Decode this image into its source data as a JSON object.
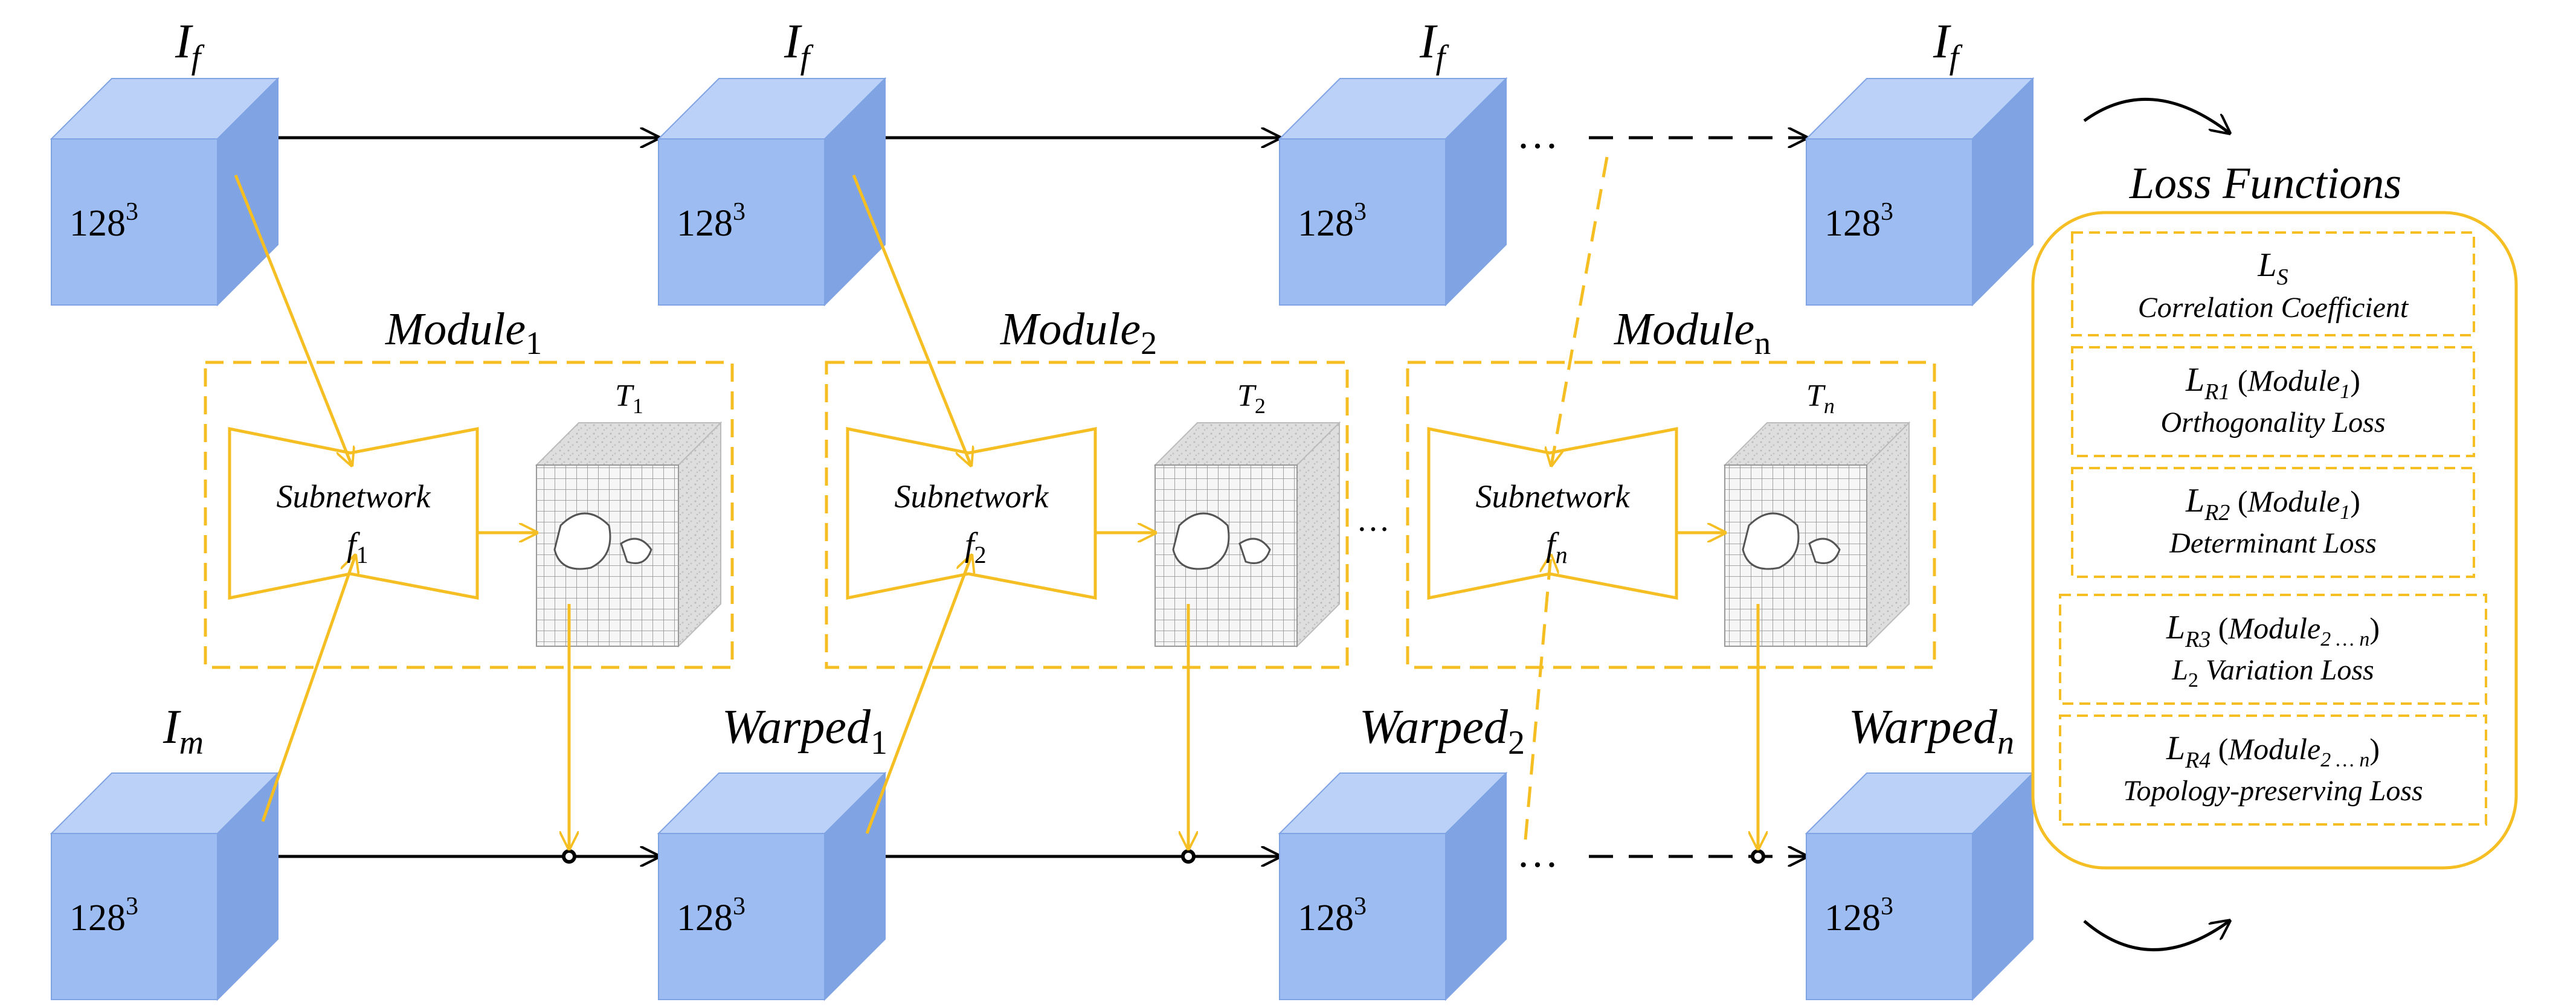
{
  "cube_text": "128",
  "cube_exp": "3",
  "labels": {
    "fixed_base": "I",
    "fixed_sub": "f",
    "moving_base": "I",
    "moving_sub": "m",
    "warped_base": "Warped",
    "warped_1_sub": "1",
    "warped_2_sub": "2",
    "warped_n_sub": "n",
    "module_base": "Module",
    "module_1_sub": "1",
    "module_2_sub": "2",
    "module_n_sub": "n",
    "subnetwork": "Subnetwork",
    "f_base": "f",
    "f1_sub": "1",
    "f2_sub": "2",
    "fn_sub": "n",
    "t_base": "T",
    "t1_sub": "1",
    "t2_sub": "2",
    "tn_sub": "n",
    "ellipsis": "…",
    "hdots": "···"
  },
  "loss_panel": {
    "title": "Loss Functions",
    "items": [
      {
        "l": "L",
        "sub": "S",
        "mod": "",
        "mod_sub": "",
        "desc": "Correlation Coefficient"
      },
      {
        "l": "L",
        "sub": "R1",
        "mod": "Module",
        "mod_sub": "1",
        "desc": "Orthogonality Loss"
      },
      {
        "l": "L",
        "sub": "R2",
        "mod": "Module",
        "mod_sub": "1",
        "desc": "Determinant Loss"
      },
      {
        "l": "L",
        "sub": "R3",
        "mod": "Module",
        "mod_sub": "2 … n",
        "desc_base": "L",
        "desc_sub": "2",
        "desc": " Variation Loss"
      },
      {
        "l": "L",
        "sub": "R4",
        "mod": "Module",
        "mod_sub": "2 … n",
        "desc": "Topology-preserving Loss"
      }
    ]
  },
  "colors": {
    "cube_front": "#9dbcf2",
    "cube_top": "#bcd1f7",
    "cube_side": "#7fa3e3",
    "yellow": "#f5be23",
    "black": "#000000"
  }
}
